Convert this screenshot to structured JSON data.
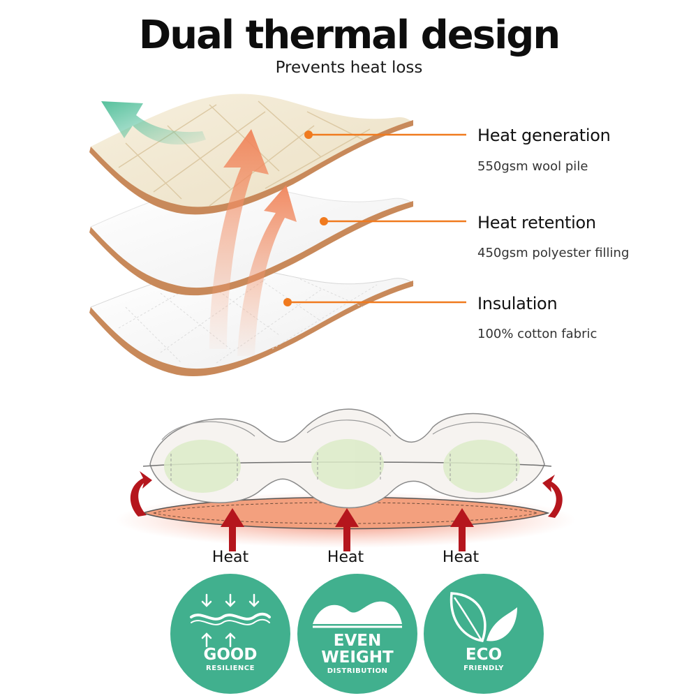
{
  "header": {
    "title": "Dual thermal design",
    "subtitle": "Prevents heat loss"
  },
  "layers": [
    {
      "title": "Heat generation",
      "detail": "550gsm wool pile"
    },
    {
      "title": "Heat retention",
      "detail": "450gsm polyester filling"
    },
    {
      "title": "Insulation",
      "detail": "100% cotton fabric"
    }
  ],
  "heat_labels": [
    "Heat",
    "Heat",
    "Heat"
  ],
  "badges": [
    {
      "line1": "GOOD",
      "line2": "",
      "caption": "RESILIENCE",
      "icon": "waves-arrows-icon"
    },
    {
      "line1": "EVEN",
      "line2": "WEIGHT",
      "caption": "DISTRIBUTION",
      "icon": "wave-foam-icon"
    },
    {
      "line1": "ECO",
      "line2": "",
      "caption": "FRIENDLY",
      "icon": "leaves-icon"
    }
  ],
  "colors": {
    "accent_orange": "#f07a1e",
    "badge_green": "#41b08e",
    "heat_red": "#b5161d",
    "layer_edge": "#c8895a",
    "wool": "#f3ead6"
  }
}
